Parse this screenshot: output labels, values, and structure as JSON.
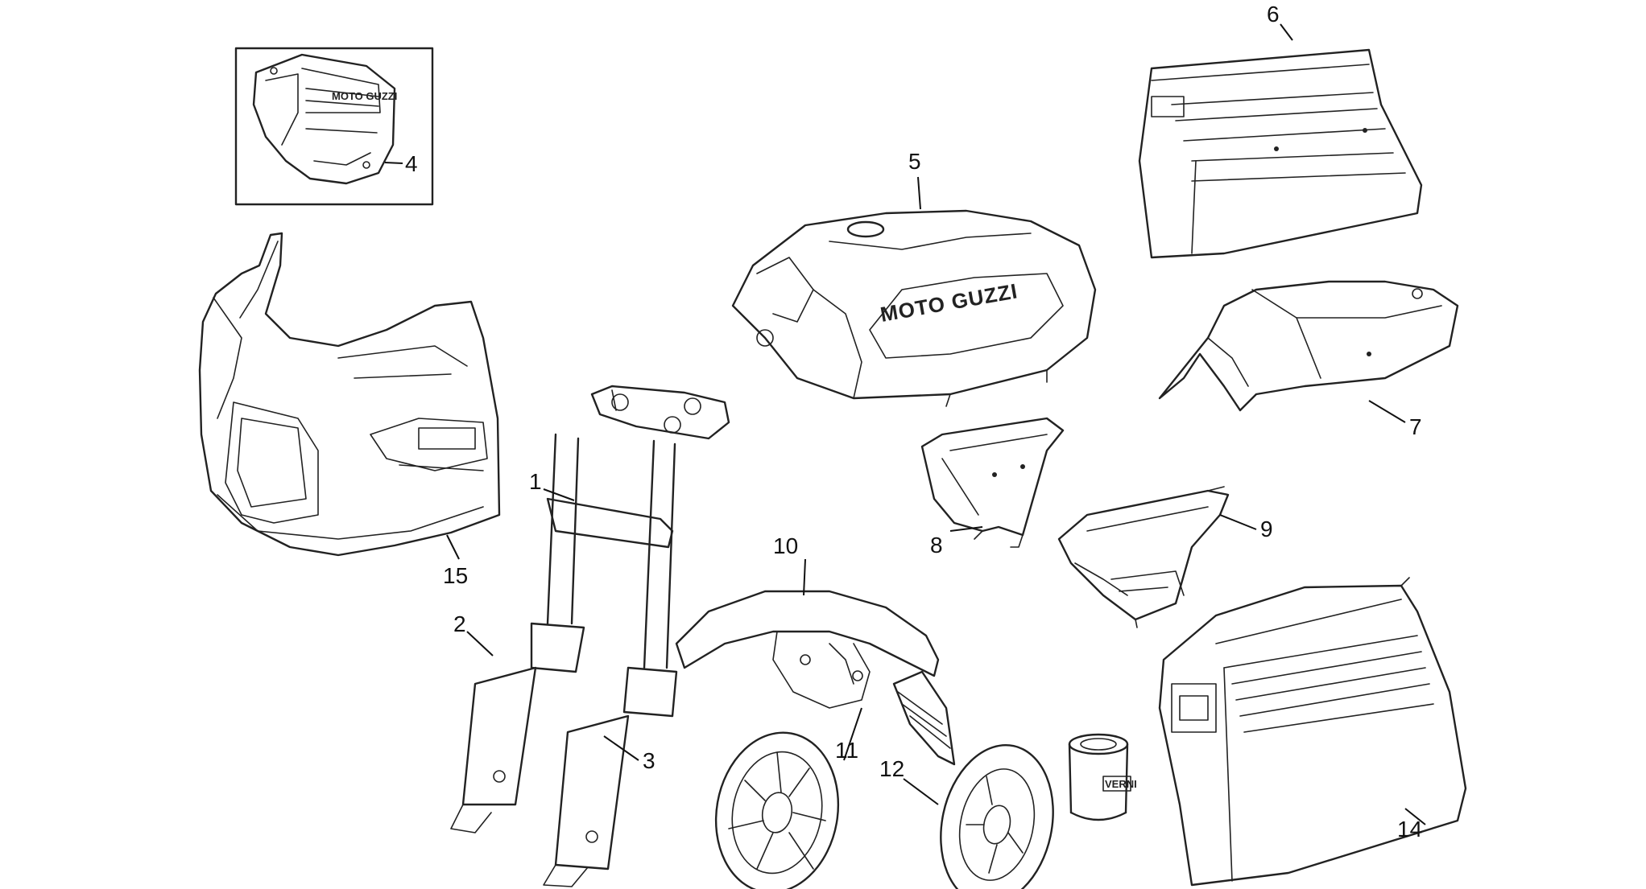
{
  "diagram": {
    "callouts": [
      "1",
      "2",
      "3",
      "4",
      "5",
      "6",
      "7",
      "8",
      "9",
      "10",
      "11",
      "12",
      "14",
      "15"
    ],
    "tank_brand": "MOTO GUZZI",
    "can_label": "VERNI"
  },
  "parts": {
    "fairing": "fairing",
    "fork_assembly": "front fork assembly",
    "inset_fairing_part": "fairing inner panel",
    "fuel_tank": "fuel tank",
    "top_case": "top case",
    "tail_fairing": "tail fairing",
    "side_cover_left": "side cover left",
    "side_cover_right": "side cover right",
    "front_mudguard": "front mudguard",
    "brake_disc_left": "brake disc",
    "brake_disc_right": "brake disc",
    "paint_can": "touch-up paint can",
    "side_case": "side case"
  }
}
